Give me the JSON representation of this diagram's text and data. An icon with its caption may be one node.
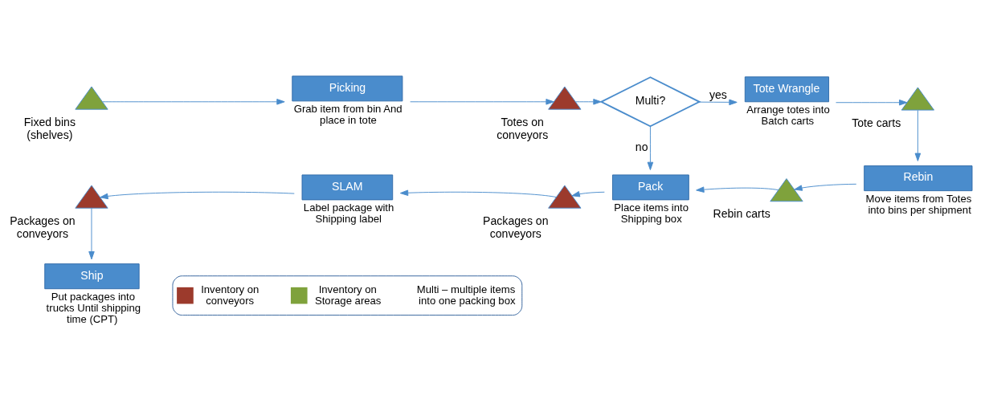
{
  "diagram": {
    "nodes": [
      {
        "text": [
          "Fixed bins (shelves)"
        ]
      },
      {
        "text": [
          "Picking"
        ],
        "beside": [
          "Grab item from bin And place in tote"
        ]
      },
      {
        "text": [
          "Totes on conveyors"
        ]
      },
      {
        "text": [
          "Multi?"
        ]
      },
      {
        "text": [
          "Tote Wrangle"
        ],
        "beside": [
          "Arrange totes into Batch carts"
        ]
      },
      {
        "text": [
          "Tote carts"
        ]
      },
      {
        "text": [
          "Rebin"
        ],
        "beside": [
          "Move items from Totes into bins per shipment"
        ]
      },
      {
        "text": [
          "Rebin carts"
        ]
      },
      {
        "text": [
          "Pack"
        ],
        "beside": [
          "Place items into Shipping box"
        ]
      },
      {
        "text": [
          "Packages on conveyors"
        ]
      },
      {
        "text": [
          "SLAM"
        ],
        "beside": [
          "Label package with Shipping label"
        ]
      },
      {
        "text": [
          "Packages on conveyors"
        ]
      },
      {
        "text": [
          "Ship"
        ],
        "beside": [
          "Put packages into trucks Until shipping time (CPT)"
        ]
      }
    ],
    "edges": [
      {
        "from": 0,
        "to": 1,
        "arrow": "to"
      },
      {
        "from": 1,
        "to": 2,
        "arrow": "to"
      },
      {
        "from": 2,
        "to": 3,
        "arrow": "to"
      },
      {
        "from": 3,
        "to": 4,
        "arrow": "to",
        "label": "yes"
      },
      {
        "from": 4,
        "to": 5,
        "arrow": "to"
      },
      {
        "from": 5,
        "to": 6,
        "arrow": "to"
      },
      {
        "from": 6,
        "to": 7,
        "arrow": "to"
      },
      {
        "from": 7,
        "to": 8,
        "arrow": "to"
      },
      {
        "from": 3,
        "to": 8,
        "arrow": "to",
        "label": "no"
      },
      {
        "from": 8,
        "to": 9,
        "arrow": "to"
      },
      {
        "from": 9,
        "to": 10,
        "arrow": "to"
      },
      {
        "from": 10,
        "to": 11,
        "arrow": "to"
      },
      {
        "from": 11,
        "to": 12,
        "arrow": "to"
      }
    ],
    "labels": [
      "Multi – multiple items into one packing box"
    ],
    "legend": [
      {
        "text": "Inventory on conveyors",
        "color": "#9c3a2c"
      },
      {
        "text": "Inventory on Storage areas",
        "color": "#7fa23c"
      }
    ]
  }
}
